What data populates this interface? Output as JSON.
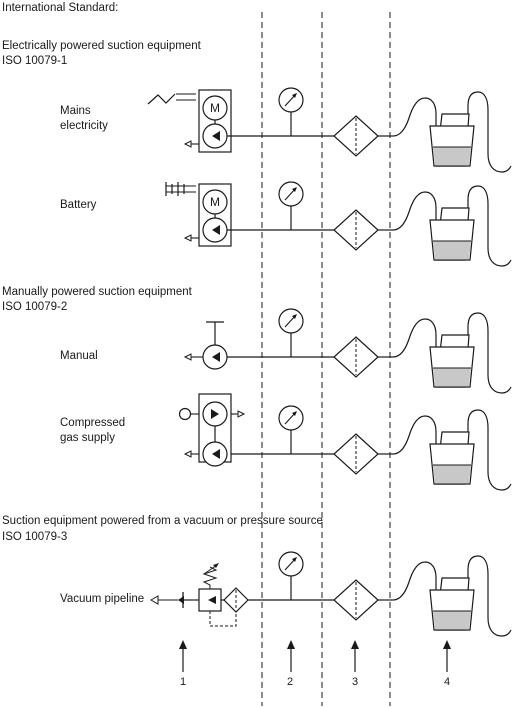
{
  "header": "International Standard:",
  "sections": [
    {
      "title": "Electrically powered suction equipment",
      "standard": "ISO 10079-1"
    },
    {
      "title": "Manually powered suction equipment",
      "standard": "ISO 10079-2"
    },
    {
      "title": "Suction equipment powered from a vacuum or pressure source",
      "standard": "ISO 10079-3"
    }
  ],
  "rows": [
    {
      "label": "Mains\nelectricity",
      "motor_letter": "M"
    },
    {
      "label": "Battery",
      "motor_letter": "M"
    },
    {
      "label": "Manual"
    },
    {
      "label": "Compressed\ngas supply"
    },
    {
      "label": "Vacuum pipeline"
    }
  ],
  "numbers": [
    "1",
    "2",
    "3",
    "4"
  ]
}
